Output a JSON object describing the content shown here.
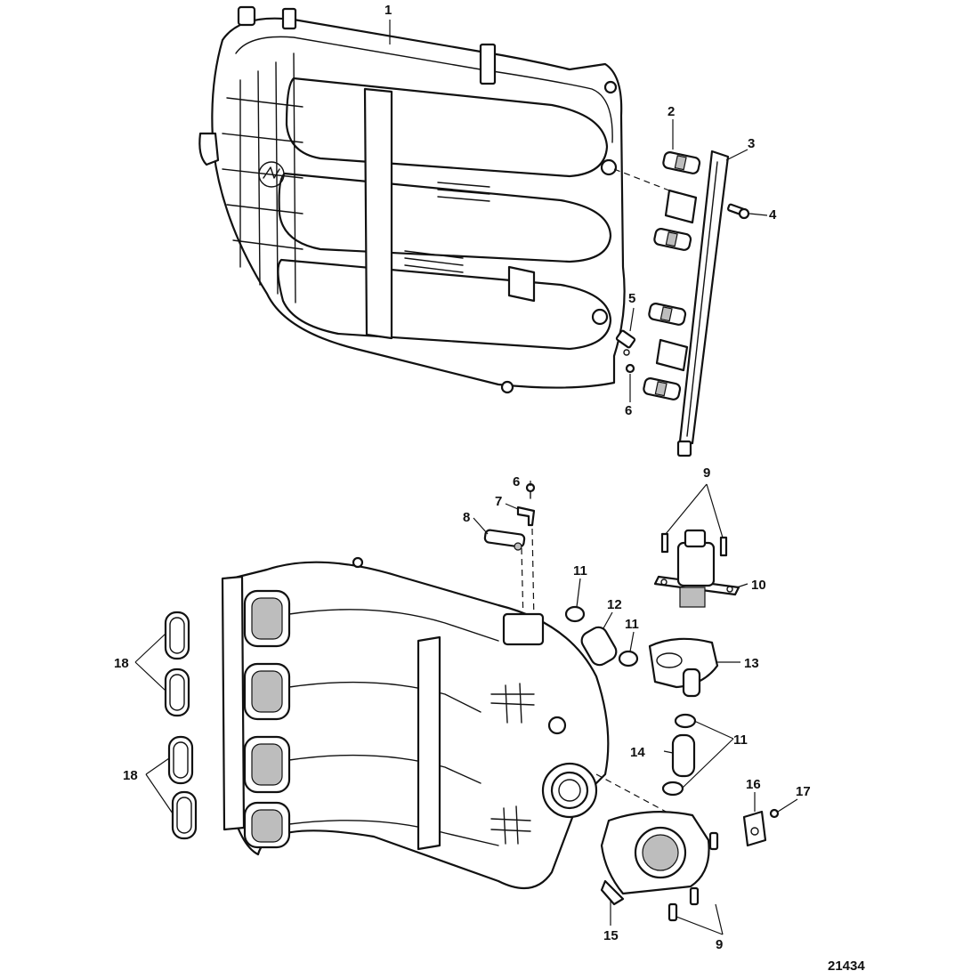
{
  "figure_id": "21434",
  "callouts": [
    {
      "key": "c1",
      "text": "1"
    },
    {
      "key": "c2",
      "text": "2"
    },
    {
      "key": "c3",
      "text": "3"
    },
    {
      "key": "c4",
      "text": "4"
    },
    {
      "key": "c5",
      "text": "5"
    },
    {
      "key": "c6a",
      "text": "6"
    },
    {
      "key": "c6b",
      "text": "6"
    },
    {
      "key": "c7",
      "text": "7"
    },
    {
      "key": "c8",
      "text": "8"
    },
    {
      "key": "c9a",
      "text": "9"
    },
    {
      "key": "c9b",
      "text": "9"
    },
    {
      "key": "c10",
      "text": "10"
    },
    {
      "key": "c11a",
      "text": "11"
    },
    {
      "key": "c11b",
      "text": "11"
    },
    {
      "key": "c11c",
      "text": "11"
    },
    {
      "key": "c12",
      "text": "12"
    },
    {
      "key": "c13",
      "text": "13"
    },
    {
      "key": "c14",
      "text": "14"
    },
    {
      "key": "c15",
      "text": "15"
    },
    {
      "key": "c16",
      "text": "16"
    },
    {
      "key": "c17",
      "text": "17"
    },
    {
      "key": "c18a",
      "text": "18"
    },
    {
      "key": "c18b",
      "text": "18"
    }
  ]
}
